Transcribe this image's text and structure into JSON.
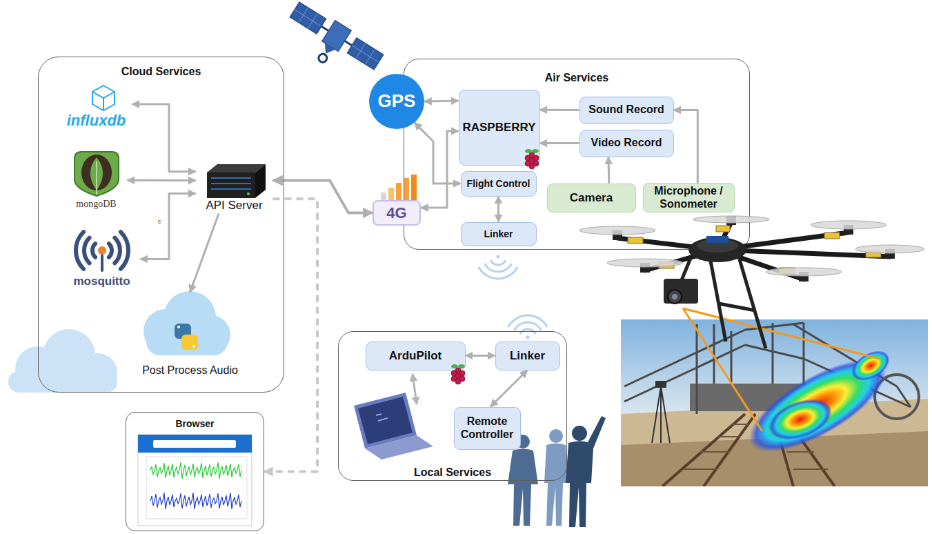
{
  "diagram": {
    "nodes": [
      {
        "text": [
          "Cloud Services"
        ]
      },
      {
        "text": [
          "influxdb"
        ],
        "in": 0
      },
      {
        "text": [
          "mongoDB"
        ],
        "in": 0
      },
      {
        "text": [
          "mosquitto"
        ],
        "in": 0
      },
      {
        "text": [
          "API Server"
        ],
        "in": 0
      },
      {
        "text": [
          "Post Process Audio"
        ],
        "in": 0
      },
      {
        "text": [
          "Air Services"
        ]
      },
      {
        "text": [
          "GPS"
        ]
      },
      {
        "text": [
          "RASPBERRY"
        ],
        "in": 6
      },
      {
        "text": [
          "Sound Record"
        ],
        "in": 6
      },
      {
        "text": [
          "Video Record"
        ],
        "in": 6
      },
      {
        "text": [
          "4G"
        ]
      },
      {
        "text": [
          "Flight Control"
        ],
        "in": 6
      },
      {
        "text": [
          "Camera"
        ],
        "in": 6
      },
      {
        "text": [
          "Microphone / Sonometer"
        ],
        "in": 6
      },
      {
        "text": [
          "Linker"
        ],
        "in": 6
      },
      {
        "text": [
          "Local Services"
        ]
      },
      {
        "text": [
          "ArduPilot"
        ],
        "in": 16
      },
      {
        "text": [
          "Linker"
        ],
        "in": 16
      },
      {
        "text": [
          "Remote Controller"
        ],
        "in": 16
      },
      {
        "text": [
          "Browser"
        ]
      }
    ],
    "edges": [
      {
        "from": 1,
        "to": 4,
        "arrow": "both"
      },
      {
        "from": 2,
        "to": 4,
        "arrow": "both"
      },
      {
        "from": 3,
        "to": 4,
        "arrow": "both"
      },
      {
        "from": 4,
        "to": 5,
        "arrow": "to"
      },
      {
        "from": 4,
        "to": 11,
        "arrow": "both"
      },
      {
        "from": 4,
        "to": 20,
        "arrow": "to"
      },
      {
        "from": 7,
        "to": 8,
        "arrow": "both"
      },
      {
        "from": 11,
        "to": 8,
        "arrow": "both"
      },
      {
        "from": 7,
        "to": 12,
        "arrow": "both"
      },
      {
        "from": 9,
        "to": 8,
        "arrow": "to"
      },
      {
        "from": 10,
        "to": 8,
        "arrow": "to"
      },
      {
        "from": 13,
        "to": 10,
        "arrow": "to"
      },
      {
        "from": 14,
        "to": 9,
        "arrow": "to"
      },
      {
        "from": 12,
        "to": 15,
        "arrow": "both"
      },
      {
        "from": 17,
        "to": 18,
        "arrow": "both"
      },
      {
        "from": 18,
        "to": 19,
        "arrow": "both"
      }
    ],
    "labels": [
      "c"
    ]
  }
}
